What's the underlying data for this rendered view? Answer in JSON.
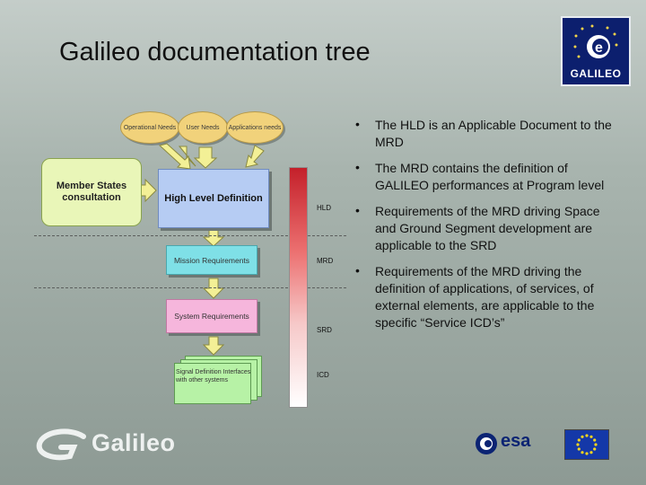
{
  "slide": {
    "title": "Galileo documentation tree",
    "logo_text": "GALILEO",
    "footer_brand": "Galileo",
    "footer_agency": "esa"
  },
  "diagram": {
    "needs": [
      {
        "label": "Operational Needs"
      },
      {
        "label": "User Needs"
      },
      {
        "label": "Applications needs"
      }
    ],
    "member_states": "Member States consultation",
    "hld_box": "High Level Definition",
    "mission_box": "Mission Requirements",
    "system_box": "System Requirements",
    "icd_box": "Signal Definition Interfaces with other systems",
    "levels": {
      "hld": "HLD",
      "mrd": "MRD",
      "srd": "SRD",
      "icd": "ICD"
    }
  },
  "bullets": [
    {
      "marker": "•",
      "text": "The HLD is an Applicable Document to the MRD"
    },
    {
      "marker": "•",
      "text": "The MRD contains the definition of GALILEO performances at Program level"
    },
    {
      "marker": "•",
      "text": "Requirements of the MRD driving Space and Ground Segment development are applicable to the SRD"
    },
    {
      "marker": "•",
      "text": "Requirements of the MRD driving the definition of applications, of services, of external elements, are applicable to the specific “Service ICD’s”"
    }
  ],
  "colors": {
    "needs_fill": "#f1d27b",
    "hld_fill": "#b6ccf3",
    "mission_fill": "#7fe0e7",
    "system_fill": "#f6b6dc",
    "icd_fill": "#b7f2a6",
    "arrow_fill": "#f3f096",
    "member_fill": "#e9f6b8"
  },
  "icons": [
    "galileo-logo-icon",
    "galileo-swoosh-icon",
    "esa-logo-icon",
    "eu-flag-icon",
    "down-arrow-icon",
    "right-arrow-icon"
  ]
}
